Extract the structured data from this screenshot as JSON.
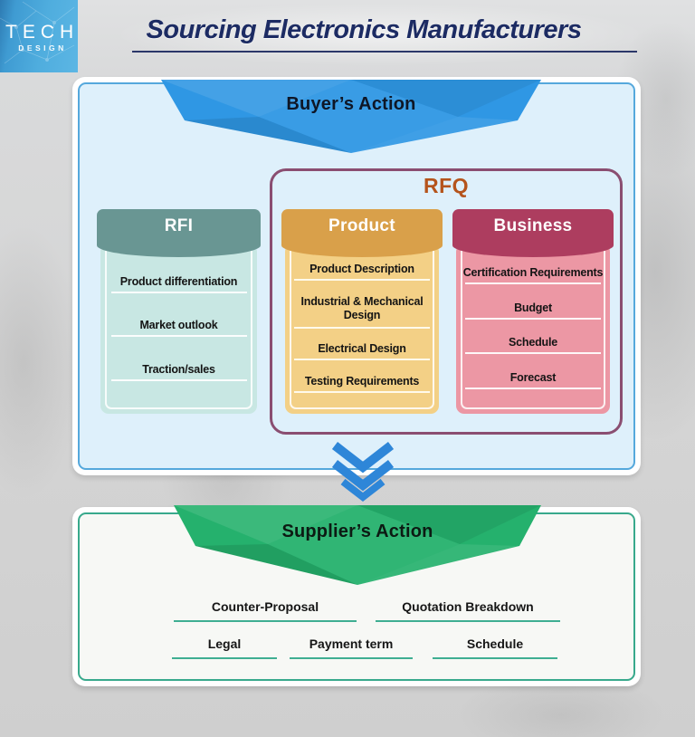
{
  "logo": {
    "line1": "TECH",
    "line2": "DESIGN"
  },
  "header": {
    "title": "Sourcing Electronics Manufacturers"
  },
  "buyer": {
    "banner": "Buyer’s Action",
    "rfi": {
      "title": "RFI",
      "items": [
        "Product differentiation",
        "Market outlook",
        "Traction/sales"
      ]
    },
    "rfq": {
      "title": "RFQ",
      "product": {
        "title": "Product",
        "items": [
          "Product Description",
          "Industrial & Mechanical Design",
          "Electrical Design",
          "Testing Requirements"
        ]
      },
      "business": {
        "title": "Business",
        "items": [
          "Certification Requirements",
          "Budget",
          "Schedule",
          "Forecast"
        ]
      }
    }
  },
  "supplier": {
    "banner": "Supplier’s Action",
    "row1": [
      "Counter-Proposal",
      "Quotation Breakdown"
    ],
    "row2": [
      "Legal",
      "Payment term",
      "Schedule"
    ]
  },
  "icons": {
    "separator": "double-chevron-down-icon"
  },
  "colors": {
    "buyer_banner_blue": "#2f97e4",
    "supplier_banner_green": "#25b16d",
    "rfi_header_teal": "#699693",
    "rfi_body_teal": "#c8e7e3",
    "product_header_gold": "#d9a04a",
    "product_body_gold": "#f3d086",
    "business_header_maroon": "#ad3d5f",
    "business_body_pink": "#ec97a4",
    "rfq_border_mauve": "#8a4e71",
    "rfq_label_rust": "#b5541c",
    "title_navy": "#1c2b63",
    "buyer_box_fill": "#def0fb",
    "supplier_border_green": "#38a98c",
    "logo_blue": "#4fadde"
  }
}
